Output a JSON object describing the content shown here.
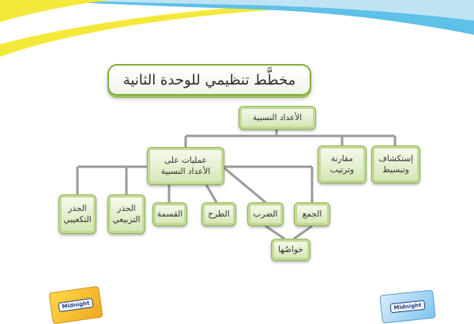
{
  "title": "مخطَّط تنظيمي للوحدة الثانية",
  "nodes": {
    "root": "الأعداد النسبية",
    "explore": "إستكشاف\nوتبسيط",
    "compare": "مقارنة\nوترتيب",
    "operations": "عمليات على\nالأعداد النسبية",
    "cube_root": "الجذر\nالتكعيبي",
    "square_root": "الجذر\nالتربيعي",
    "division": "القسمة",
    "subtraction": "الطرح",
    "multiplication": "الضرب",
    "addition": "الجمع",
    "properties": "خواصُها"
  },
  "badges": {
    "left": "Midnight",
    "right": "Midnight"
  },
  "colors": {
    "node_border": "#8fb753",
    "connector": "#9a9a9a",
    "wave_yellow": "#f4e93a",
    "wave_blue": "#5fc0e8"
  }
}
